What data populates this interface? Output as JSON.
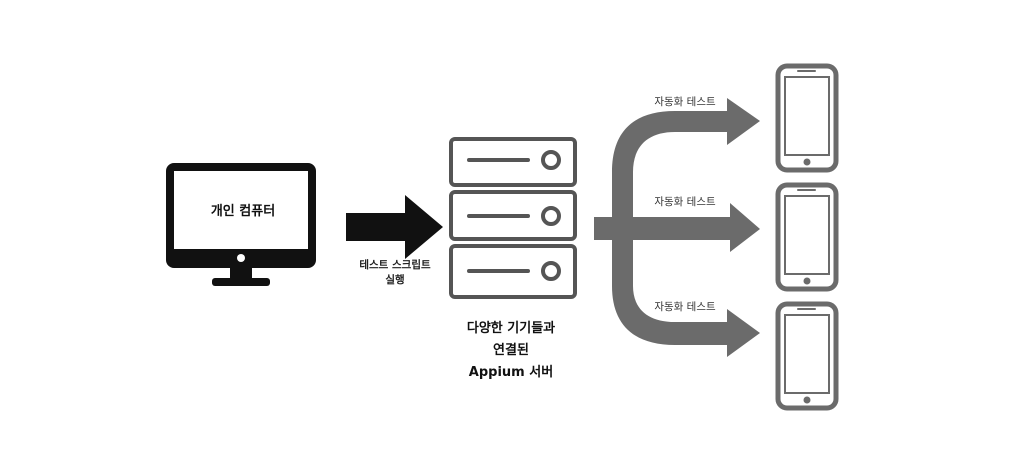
{
  "personal_computer": {
    "label": "개인 컴퓨터"
  },
  "execute_arrow": {
    "label_line1": "테스트 스크립트",
    "label_line2": "실행"
  },
  "server": {
    "label_line1": "다양한 기기들과",
    "label_line2": "연결된",
    "label_line3": "Appium 서버"
  },
  "branches": [
    {
      "label": "자동화 테스트"
    },
    {
      "label": "자동화 테스트"
    },
    {
      "label": "자동화 테스트"
    }
  ],
  "colors": {
    "dark": "#111111",
    "gray": "#6b6b6b",
    "light": "#ffffff"
  },
  "icons": [
    "desktop-monitor-icon",
    "server-rack-icon",
    "smartphone-icon"
  ]
}
